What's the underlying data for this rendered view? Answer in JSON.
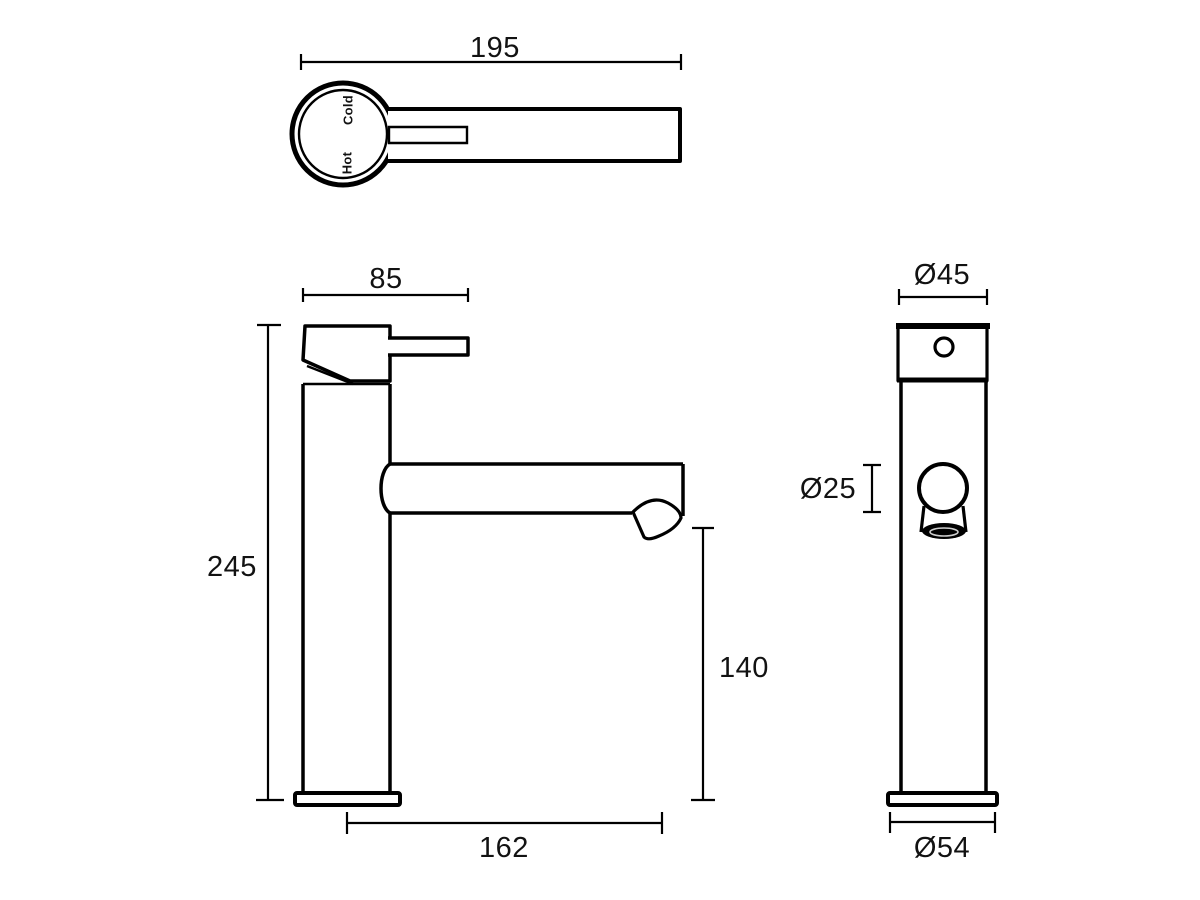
{
  "page": {
    "background": "#ffffff",
    "line_color": "#000000",
    "text_color": "#121212"
  },
  "views": {
    "top": {
      "dim_overall_length": "195",
      "label_cold": "Cold",
      "label_hot": "Hot"
    },
    "front": {
      "dim_handle_width": "85",
      "dim_total_height": "245",
      "dim_spout_height": "140",
      "dim_spout_reach": "162"
    },
    "side": {
      "dim_top_diameter": "Ø45",
      "dim_spout_diameter": "Ø25",
      "dim_base_diameter": "Ø54"
    }
  }
}
